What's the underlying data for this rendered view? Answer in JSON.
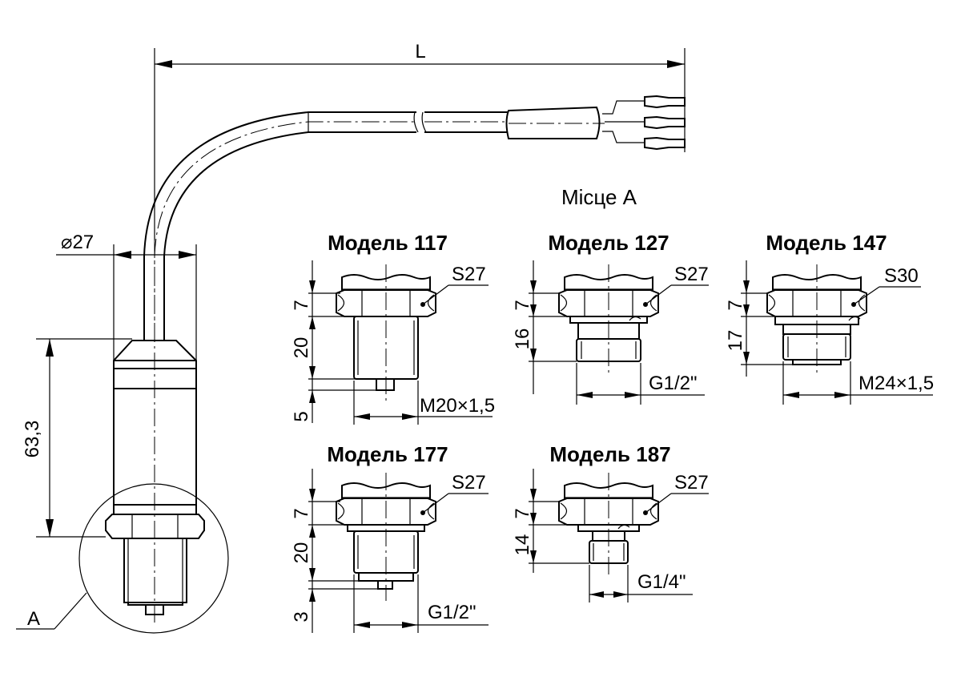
{
  "main_labels": {
    "length": "L",
    "diameter": "⌀27",
    "height": "63,3",
    "detail_marker": "A",
    "detail_title": "Місце А"
  },
  "models": [
    {
      "title": "Модель 117",
      "hex": "S27",
      "dim_nut": "7",
      "dim_body": "20",
      "dim_tip": "5",
      "thread": "M20×1,5"
    },
    {
      "title": "Модель 127",
      "hex": "S27",
      "dim_nut": "7",
      "dim_body": "16",
      "thread": "G1/2\""
    },
    {
      "title": "Модель 147",
      "hex": "S30",
      "dim_nut": "7",
      "dim_body": "17",
      "thread": "M24×1,5"
    },
    {
      "title": "Модель 177",
      "hex": "S27",
      "dim_nut": "7",
      "dim_body": "20",
      "dim_tip": "3",
      "thread": "G1/2\""
    },
    {
      "title": "Модель 187",
      "hex": "S27",
      "dim_nut": "7",
      "dim_body": "14",
      "thread": "G1/4\""
    }
  ]
}
